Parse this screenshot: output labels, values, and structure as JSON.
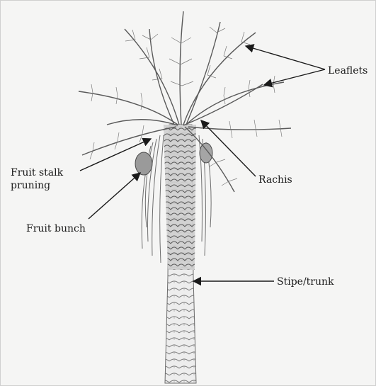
{
  "labels": {
    "leaflets": "Leaflets",
    "rachis": "Rachis",
    "stipe_trunk": "Stipe/trunk",
    "fruit_stalk_line1": "Fruit stalk",
    "fruit_stalk_line2": "pruning",
    "fruit_bunch": "Fruit bunch"
  },
  "colors": {
    "background": "#f5f5f4",
    "ink": "#1a1a1a",
    "frond": "#5a5a5a",
    "trunk": "#8a8a8a"
  }
}
